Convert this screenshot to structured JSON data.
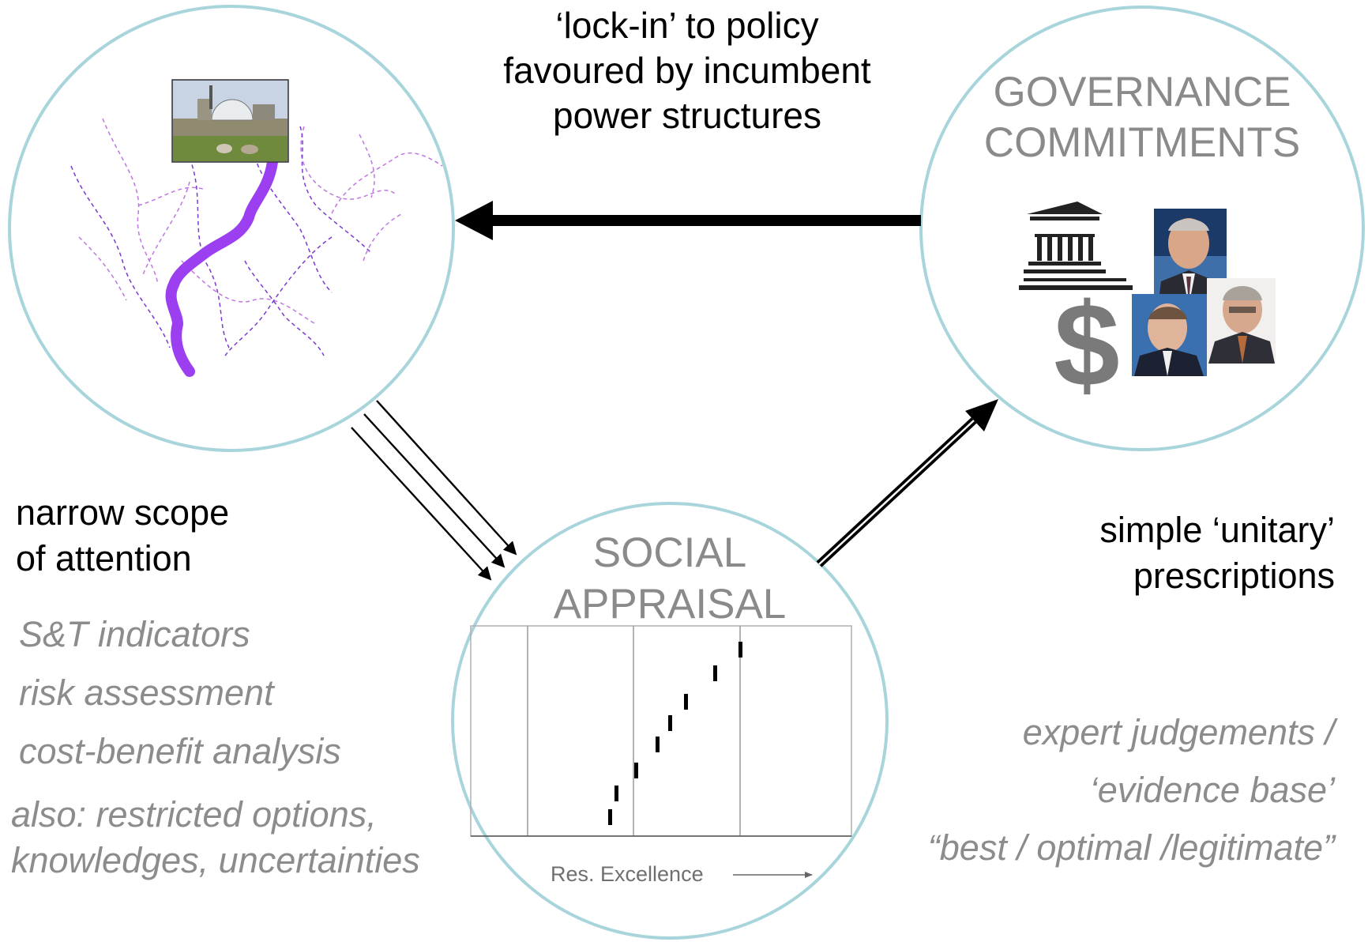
{
  "top_caption": [
    "‘lock-in’ to policy",
    "favoured by incumbent",
    "power structures"
  ],
  "governance_title": [
    "GOVERNANCE",
    "COMMITMENTS"
  ],
  "social_title": [
    "SOCIAL",
    "APPRAISAL"
  ],
  "left_heading": [
    "narrow scope",
    "of attention"
  ],
  "left_methods": [
    "S&T indicators",
    "risk assessment",
    "cost-benefit  analysis"
  ],
  "left_also": [
    "also: restricted options,",
    "knowledges, uncertainties"
  ],
  "right_heading": [
    "simple ‘unitary’",
    "prescriptions"
  ],
  "right_items": [
    "expert  judgements /",
    "‘evidence base’",
    "“best / optimal /legitimate”"
  ],
  "chart_axis_label": "Res. Excellence",
  "dollar_symbol": "$",
  "colors": {
    "circle_outline": "#a8d5dc",
    "grey_text": "#8c8c8c",
    "purple_path": "#9b3ff0",
    "arrow": "#000000"
  },
  "icons": [
    "power-station-photo",
    "government-building-icon",
    "dollar-icon",
    "portrait-photo"
  ]
}
